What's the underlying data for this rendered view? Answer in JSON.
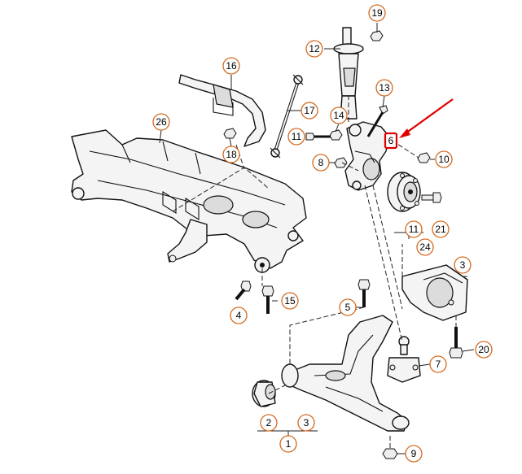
{
  "callouts": [
    {
      "id": "19",
      "label": "19"
    },
    {
      "id": "12",
      "label": "12"
    },
    {
      "id": "16",
      "label": "16"
    },
    {
      "id": "13",
      "label": "13"
    },
    {
      "id": "17",
      "label": "17"
    },
    {
      "id": "14",
      "label": "14"
    },
    {
      "id": "26",
      "label": "26"
    },
    {
      "id": "11a",
      "label": "11"
    },
    {
      "id": "6",
      "label": "6"
    },
    {
      "id": "18",
      "label": "18"
    },
    {
      "id": "8",
      "label": "8"
    },
    {
      "id": "10",
      "label": "10"
    },
    {
      "id": "11b",
      "label": "11"
    },
    {
      "id": "21",
      "label": "21"
    },
    {
      "id": "24",
      "label": "24"
    },
    {
      "id": "3a",
      "label": "3"
    },
    {
      "id": "15",
      "label": "15"
    },
    {
      "id": "5",
      "label": "5"
    },
    {
      "id": "4",
      "label": "4"
    },
    {
      "id": "20",
      "label": "20"
    },
    {
      "id": "7",
      "label": "7"
    },
    {
      "id": "2",
      "label": "2"
    },
    {
      "id": "3b",
      "label": "3"
    },
    {
      "id": "1",
      "label": "1"
    },
    {
      "id": "9",
      "label": "9"
    }
  ],
  "highlighted_part": "6",
  "colors": {
    "callout_outline": "#d2691e",
    "highlight": "#e00000",
    "arrow": "#e00000",
    "linework": "#111111"
  }
}
